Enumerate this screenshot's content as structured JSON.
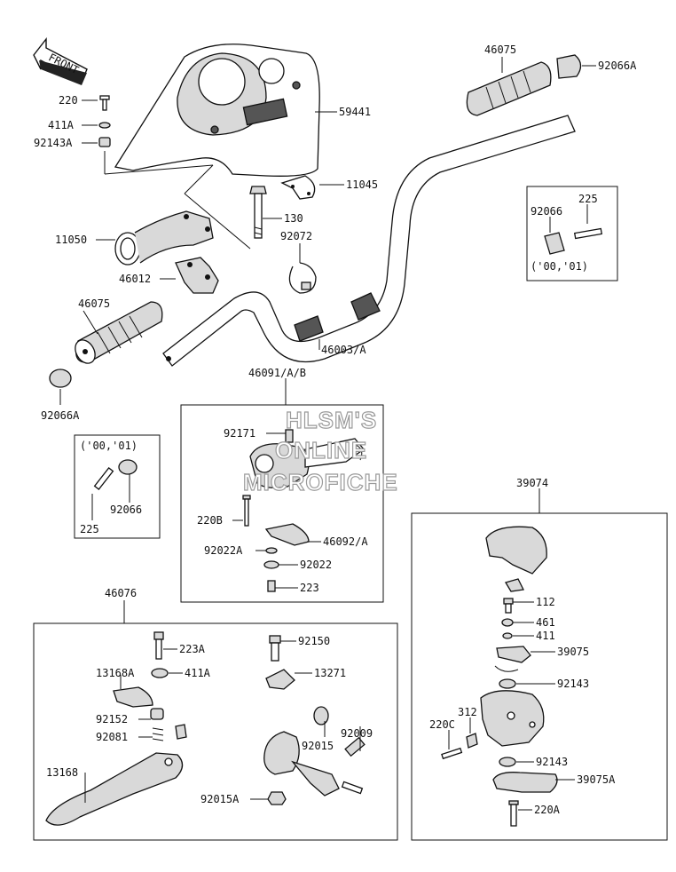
{
  "front_label": "FRONT",
  "watermark": [
    "HLSM'S",
    "ONLINE",
    "MICROFICHE"
  ],
  "labels": {
    "p220": "220",
    "p411A_top": "411A",
    "p92143A": "92143A",
    "p59441": "59441",
    "p11045": "11045",
    "p130": "130",
    "p92072": "92072",
    "p11050": "11050",
    "p46012": "46012",
    "p46075_left": "46075",
    "p46003A": "46003/A",
    "p92066A_left": "92066A",
    "p46075_right": "46075",
    "p92066A_right": "92066A",
    "p92066_right": "92066",
    "p225_right": "225",
    "years_right": "('00,'01)",
    "years_left": "('00,'01)",
    "p225_left": "225",
    "p92066_left": "92066",
    "p46091": "46091/A/B",
    "p92171": "92171",
    "p220B": "220B",
    "p46092A": "46092/A",
    "p92022A": "92022A",
    "p92022": "92022",
    "p223": "223",
    "p39074": "39074",
    "p112": "112",
    "p461": "461",
    "p411": "411",
    "p39075": "39075",
    "p92143_a": "92143",
    "p312": "312",
    "p220C": "220C",
    "p92143_b": "92143",
    "p39075A": "39075A",
    "p220A": "220A",
    "p46076": "46076",
    "p223A": "223A",
    "p13168A": "13168A",
    "p411A_lever": "411A",
    "p92150": "92150",
    "p13271": "13271",
    "p92152": "92152",
    "p92081": "92081",
    "p92015": "92015",
    "p92009": "92009",
    "p13168": "13168",
    "p92015A": "92015A"
  }
}
